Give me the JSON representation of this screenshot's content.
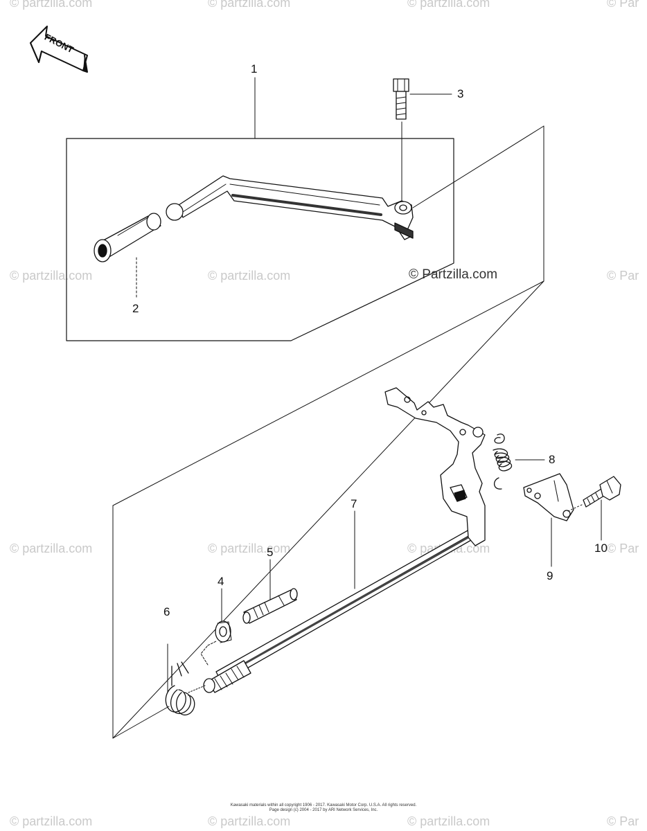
{
  "watermark_text": "© Partzilla.com",
  "watermark_partial_left": "© partzilla.com",
  "watermark_partial_right": "© Par",
  "front_arrow_label": "FRONT",
  "callouts": {
    "c1": "1",
    "c2": "2",
    "c3": "3",
    "c4": "4",
    "c5": "5",
    "c6": "6",
    "c7": "7",
    "c8": "8",
    "c9": "9",
    "c10": "10"
  },
  "center_watermark": "© Partzilla.com",
  "copyright_line1": "Kawasaki materials within all copyright 1906 - 2017. Kawasaki Motor Corp. U.S.A.  All rights reserved.",
  "copyright_line2": "Page design (c) 2004 - 2017 by ARI Network Services, Inc.",
  "colors": {
    "line": "#111111",
    "watermark": "#c9c9c9"
  }
}
